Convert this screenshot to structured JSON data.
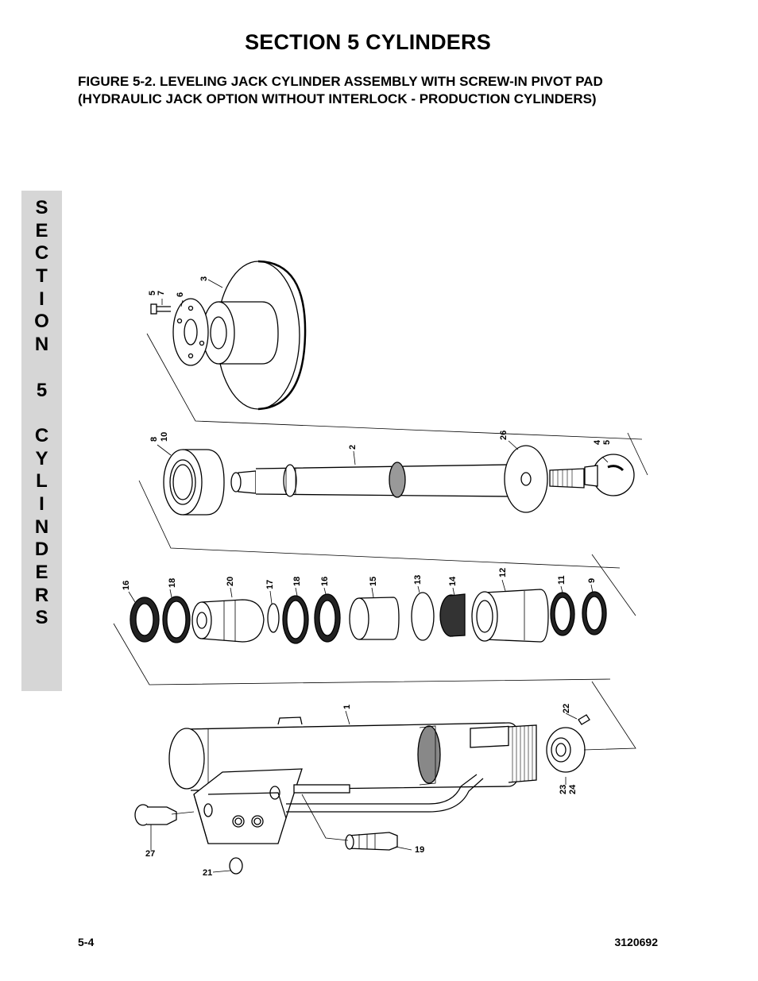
{
  "header": {
    "section_title": "SECTION 5  CYLINDERS",
    "figure_caption": "FIGURE 5-2.    LEVELING JACK CYLINDER ASSEMBLY WITH SCREW-IN PIVOT PAD (HYDRAULIC JACK OPTION WITHOUT INTERLOCK - PRODUCTION CYLINDERS)"
  },
  "side_tab": {
    "letters": [
      "S",
      "E",
      "C",
      "T",
      "I",
      "O",
      "N",
      "",
      "5",
      "",
      "C",
      "Y",
      "L",
      "I",
      "N",
      "D",
      "E",
      "R",
      "S"
    ]
  },
  "callouts": {
    "c5a": "5",
    "c7": "7",
    "c6": "6",
    "c3": "3",
    "c8": "8",
    "c10": "10",
    "c2": "2",
    "c26": "26",
    "c4": "4",
    "c5b": "5",
    "c16a": "16",
    "c18a": "18",
    "c20": "20",
    "c17": "17",
    "c18b": "18",
    "c16b": "16",
    "c15": "15",
    "c13": "13",
    "c14": "14",
    "c12": "12",
    "c11": "11",
    "c9": "9",
    "c1": "1",
    "c22": "22",
    "c23": "23",
    "c24": "24",
    "c27": "27",
    "c21": "21",
    "c19": "19"
  },
  "footer": {
    "page_number": "5-4",
    "document_number": "3120692"
  }
}
